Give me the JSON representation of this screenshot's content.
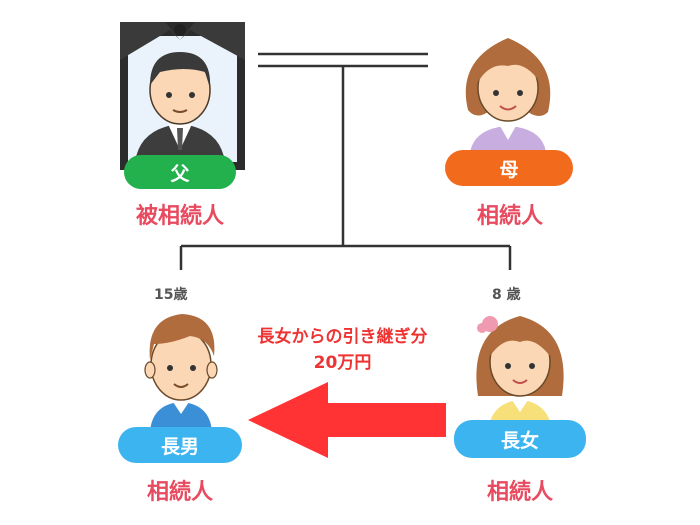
{
  "colors": {
    "green": "#22b14c",
    "orange": "#f26a1b",
    "blue": "#3cb4f0",
    "red_text": "#e84a5f",
    "arrow": "#ff3333",
    "line": "#333333"
  },
  "people": {
    "father": {
      "badge": "父",
      "role": "被相続人",
      "icon": "deceased-father-portrait-icon"
    },
    "mother": {
      "badge": "母",
      "role": "相続人",
      "icon": "mother-icon"
    },
    "son": {
      "badge": "長男",
      "role": "相続人",
      "age": "15歳",
      "icon": "son-icon"
    },
    "daughter": {
      "badge": "長女",
      "role": "相続人",
      "age": "8 歳",
      "icon": "daughter-icon"
    }
  },
  "transfer": {
    "line1": "長女からの引き継ぎ分",
    "line2": "20万円",
    "icon": "left-arrow-icon"
  }
}
